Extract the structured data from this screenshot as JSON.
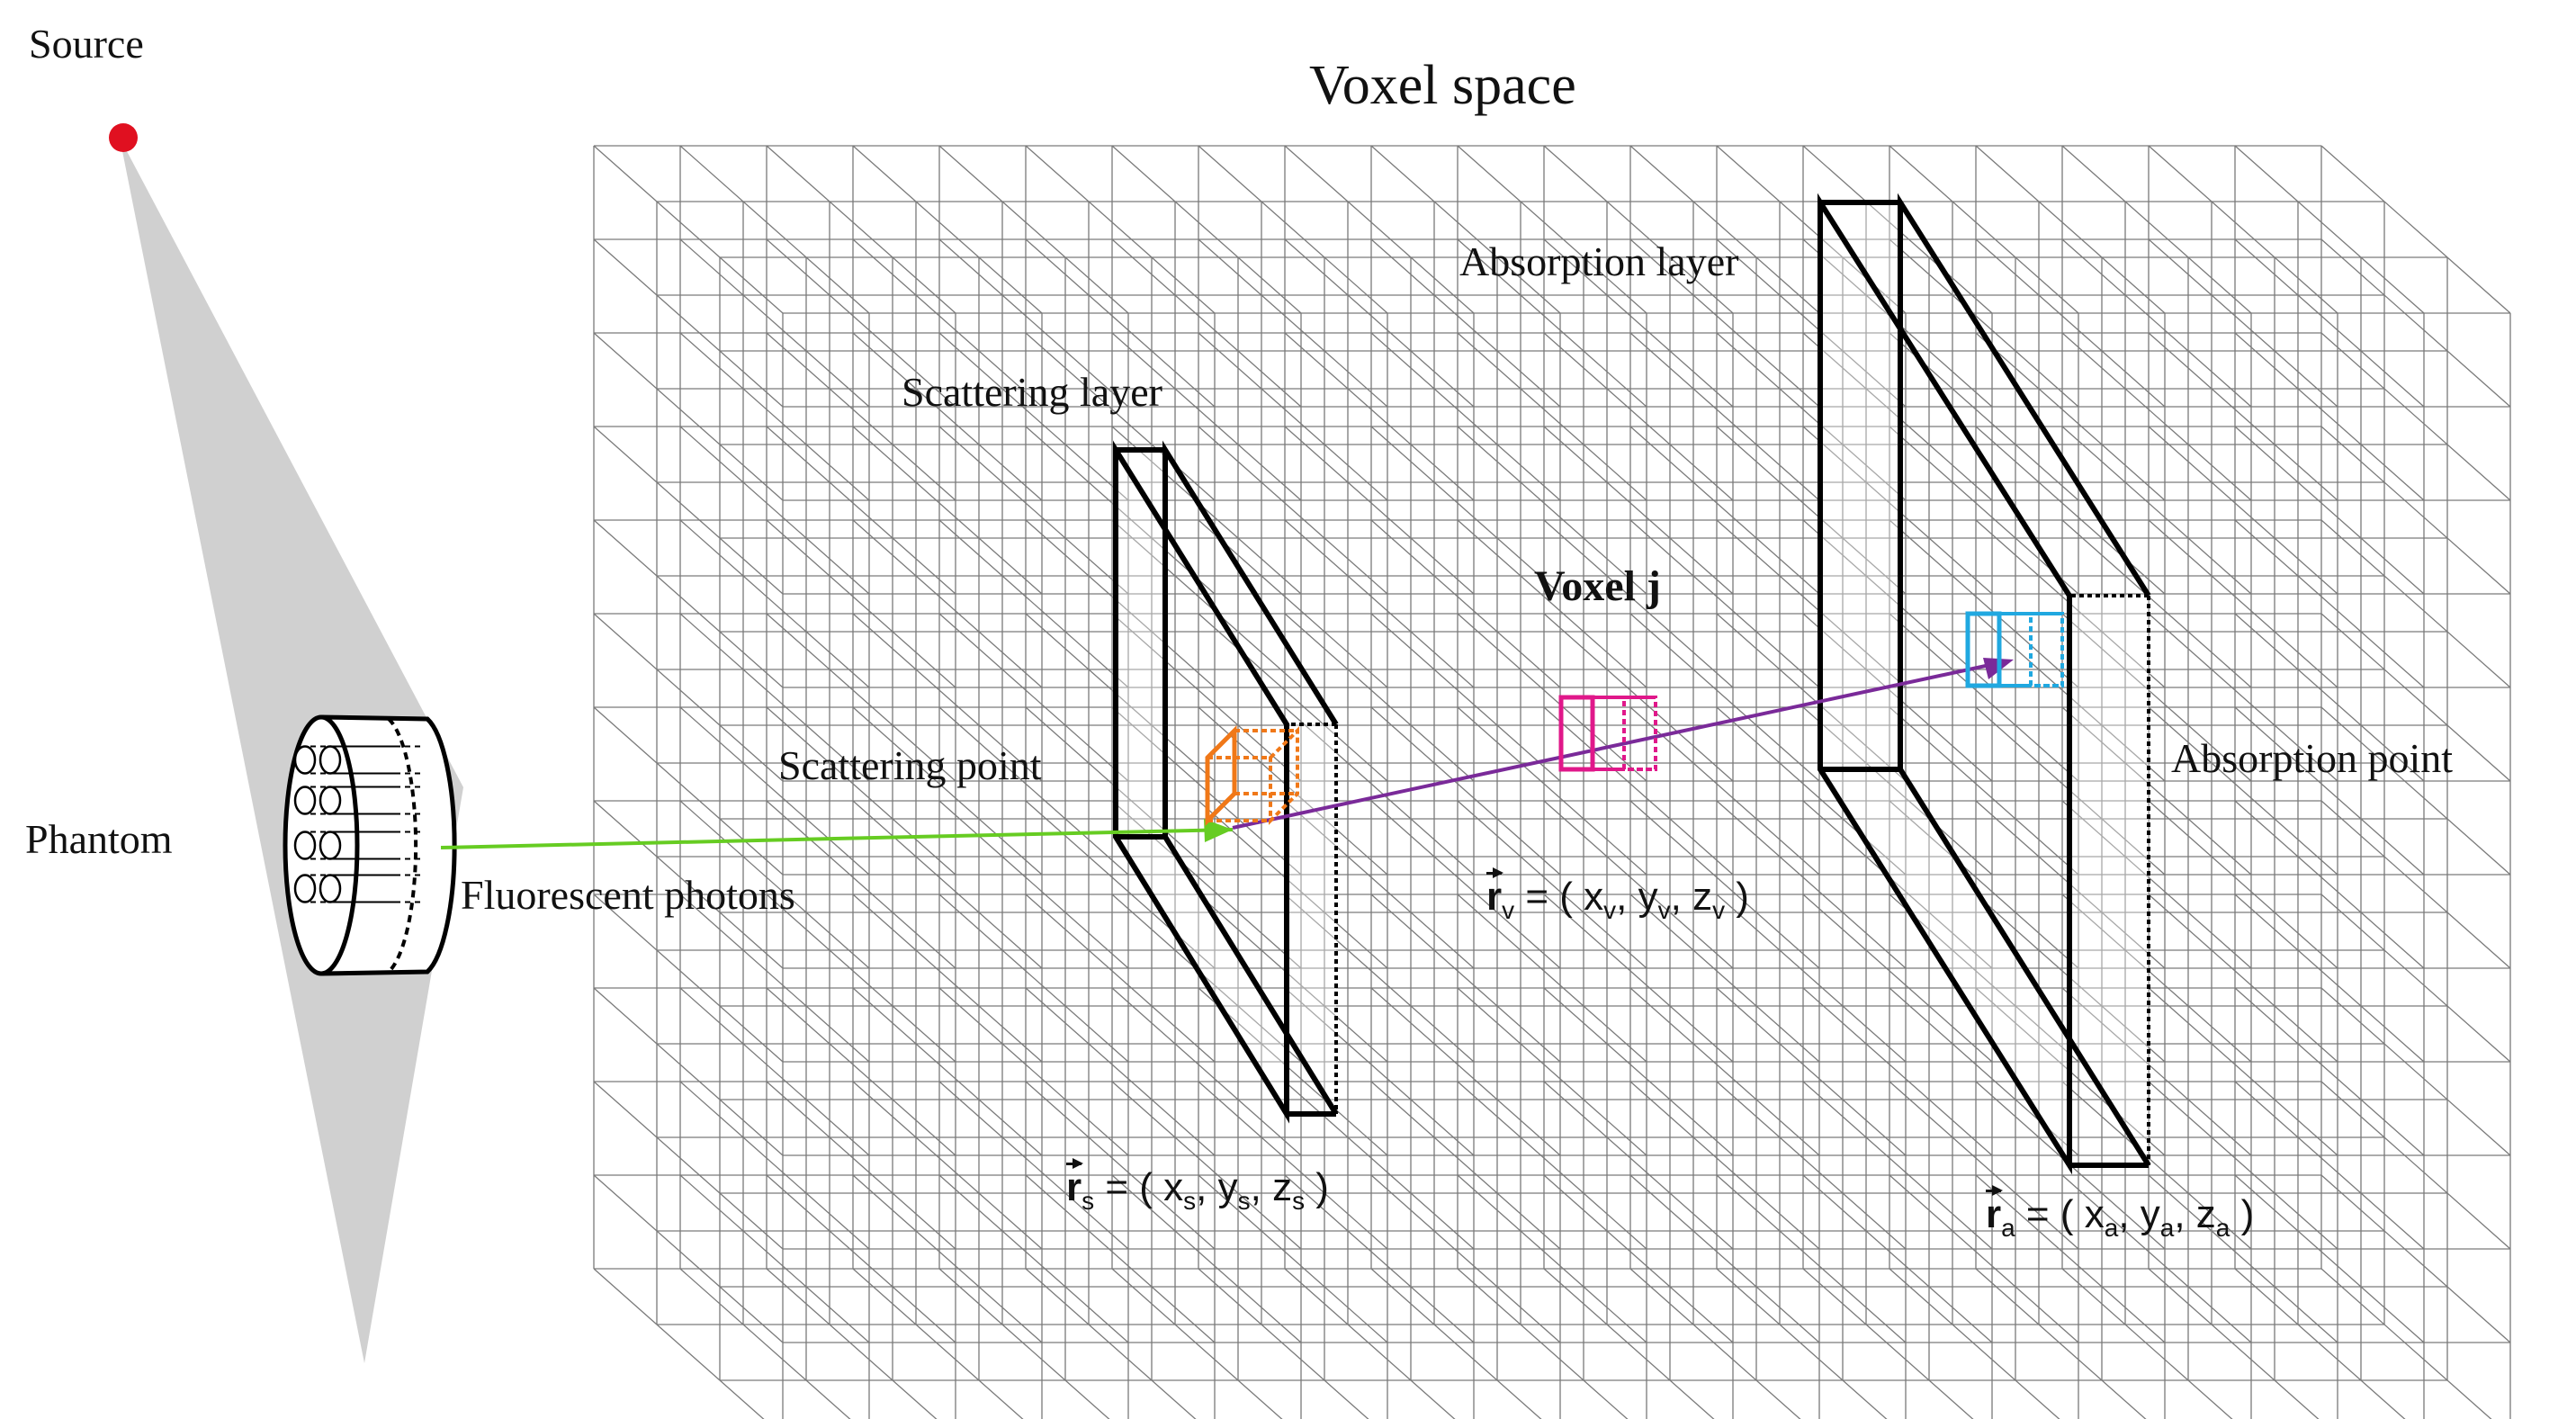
{
  "labels": {
    "source": "Source",
    "title": "Voxel space",
    "phantom": "Phantom",
    "fluorescent_photons": "Fluorescent photons",
    "scattering_layer": "Scattering layer",
    "scattering_point": "Scattering point",
    "absorption_layer": "Absorption layer",
    "absorption_point": "Absorption point",
    "voxel_j": "Voxel j"
  },
  "coordinates": {
    "scatter": {
      "vector": "r",
      "sub": "s",
      "open": " = ( ",
      "x": "x",
      "y": "y",
      "z": "z",
      "close": " )"
    },
    "voxel": {
      "vector": "r",
      "sub": "v",
      "open": " = ( ",
      "x": "x",
      "y": "y",
      "z": "z",
      "close": " )"
    },
    "absorb": {
      "vector": "r",
      "sub": "a",
      "open": " = ( ",
      "x": "x",
      "y": "y",
      "z": "z",
      "close": " )"
    }
  },
  "colors": {
    "source": "#e01020",
    "beam": "#d0d0d0",
    "grid": "#7a7a7a",
    "fluorescent_path": "#66cc22",
    "scatter_path": "#7a2a99",
    "scattering_voxel": "#f07818",
    "voxel_j": "#e0188a",
    "absorption_voxel": "#20a8e0"
  }
}
